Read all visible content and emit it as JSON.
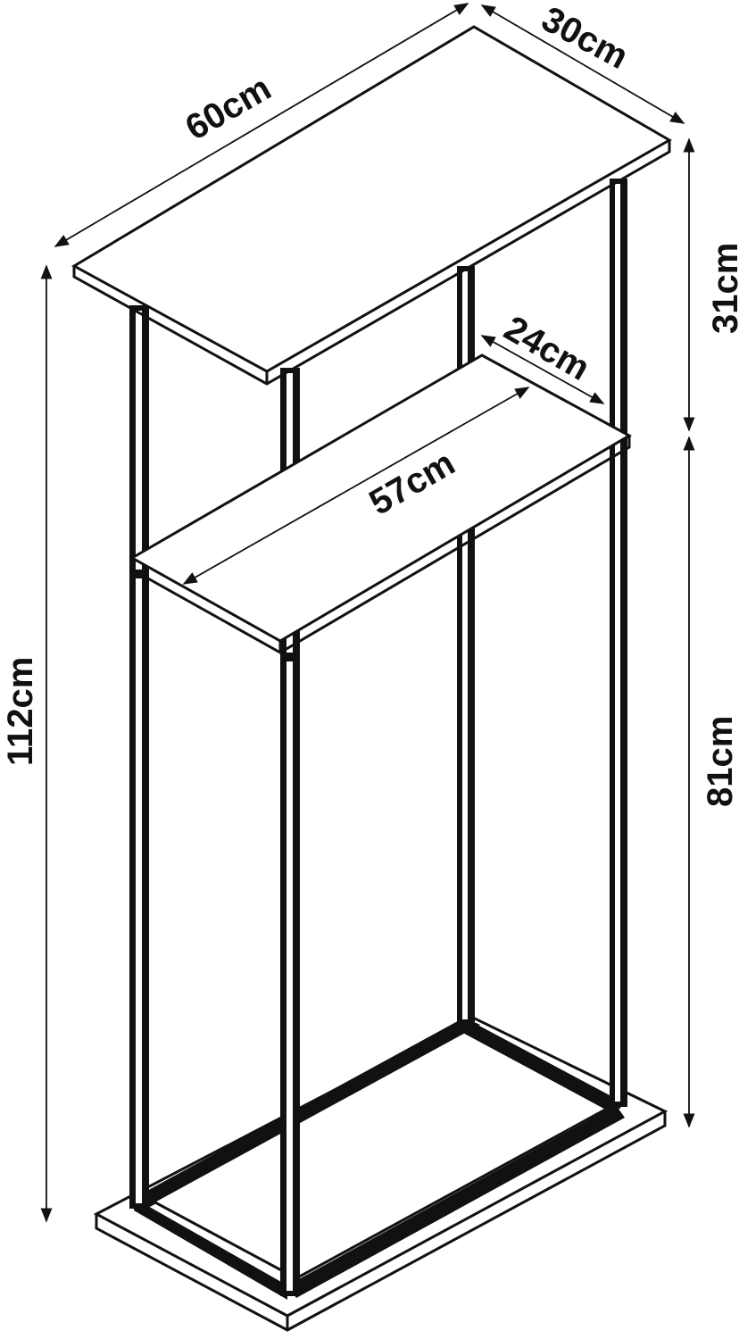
{
  "dimensions": {
    "top_width": "60cm",
    "top_depth": "30cm",
    "upper_height": "31cm",
    "shelf_depth": "24cm",
    "shelf_width": "57cm",
    "total_height": "112cm",
    "lower_height": "81cm"
  },
  "colors": {
    "line": "#111111",
    "background": "#ffffff"
  }
}
